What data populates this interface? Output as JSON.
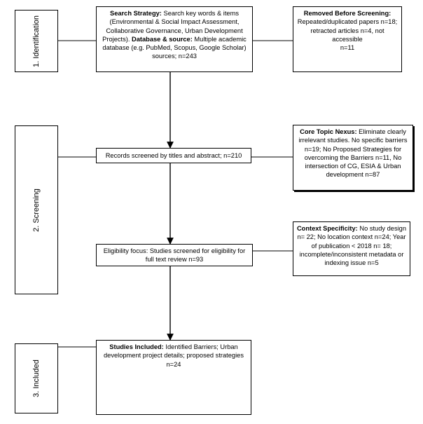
{
  "stages": [
    {
      "label": "1. Identification"
    },
    {
      "label": "2. Screening"
    },
    {
      "label": "3. Included"
    }
  ],
  "identification": {
    "search_strategy_title": "Search Strategy:",
    "search_strategy_text": "Search key words & items (Environmental & Social Impact Assessment, Collaborative Governance, Urban Development Projects).",
    "database_title": "Database & source:",
    "database_text": "Multiple academic database (e.g. PubMed, Scopus, Google Scholar) sources;",
    "count": "n=243"
  },
  "removed": {
    "title": "Removed Before Screening:",
    "line1": "Repeated/duplicated papers n=18;",
    "line2": "retracted articles n=4, not accessible",
    "line3": "n=11"
  },
  "screened": {
    "text": "Records screened by titles and abstract;",
    "count": "n=210"
  },
  "core_topic": {
    "title": "Core Topic Nexus:",
    "text": "Eliminate clearly irrelevant studies.  No specific barriers n=19;  No  Proposed Strategies for overcoming the Barriers n=11, No intersection of CG, ESIA & Urban development  n=87"
  },
  "eligibility": {
    "text": "Eligibility focus: Studies screened for eligibility for full text review",
    "count": "n=93"
  },
  "context": {
    "title": "Context Specificity:",
    "text": "No study design n= 22; No location context n=24; Year of publication < 2018  n= 18; incomplete/inconsistent metadata or indexing issue  n=5"
  },
  "included": {
    "title": "Studies Included:",
    "text": "Identified Barriers; Urban development project details; proposed strategies",
    "count": "n=24"
  }
}
